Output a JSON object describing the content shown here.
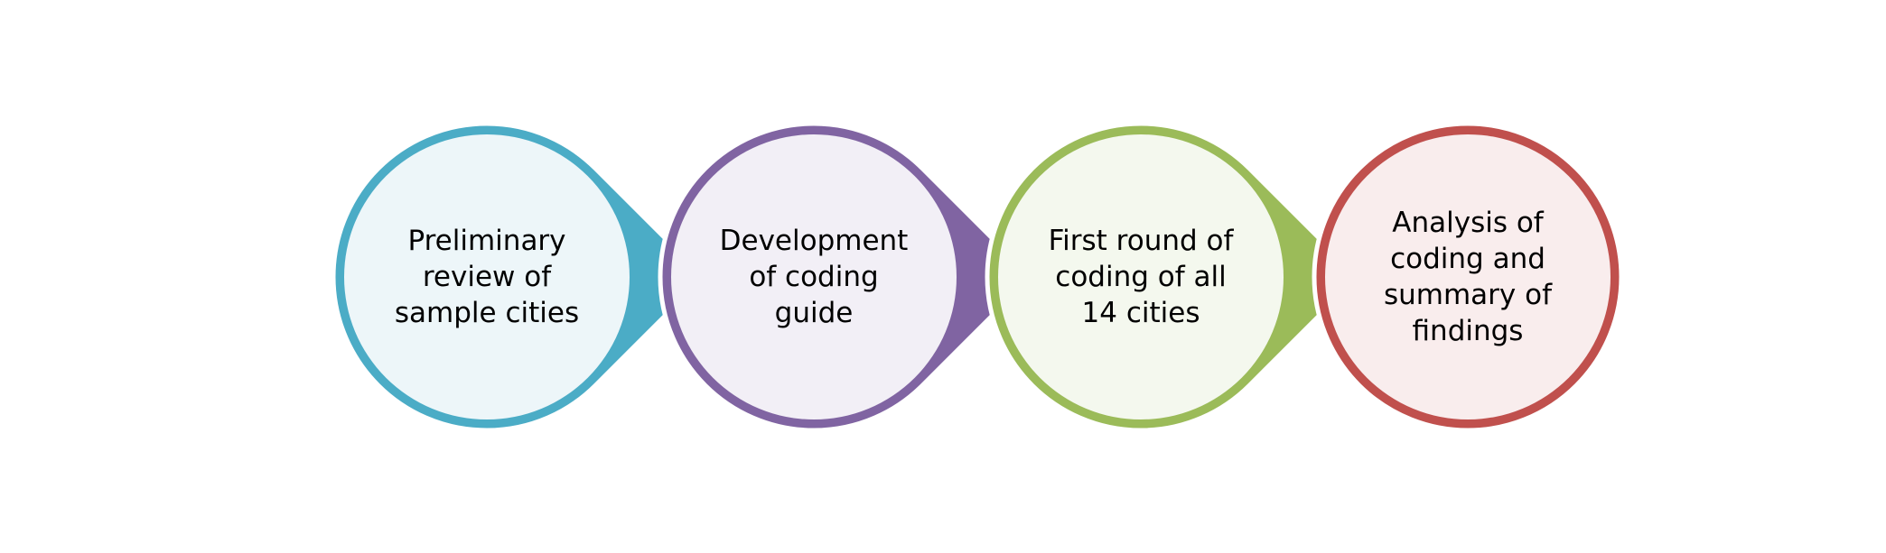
{
  "steps": [
    {
      "label": "Preliminary review of sample cities",
      "lines": [
        "Preliminary",
        "review of",
        "sample cities"
      ],
      "stroke": "#4BACC6",
      "fill": "#EDF6F9"
    },
    {
      "label": "Development of coding guide",
      "lines": [
        "Development",
        "of coding",
        "guide"
      ],
      "stroke": "#8064A2",
      "fill": "#F2EFF6"
    },
    {
      "label": "First round of coding of all 14 cities",
      "lines": [
        "First round of",
        "coding of all",
        "14 cities"
      ],
      "stroke": "#9BBB59",
      "fill": "#F4F8EE"
    },
    {
      "label": "Analysis of coding and summary of findings",
      "lines": [
        "Analysis of",
        "coding and",
        "summary of",
        "findings"
      ],
      "stroke": "#C0504D",
      "fill": "#F9EDED"
    }
  ]
}
